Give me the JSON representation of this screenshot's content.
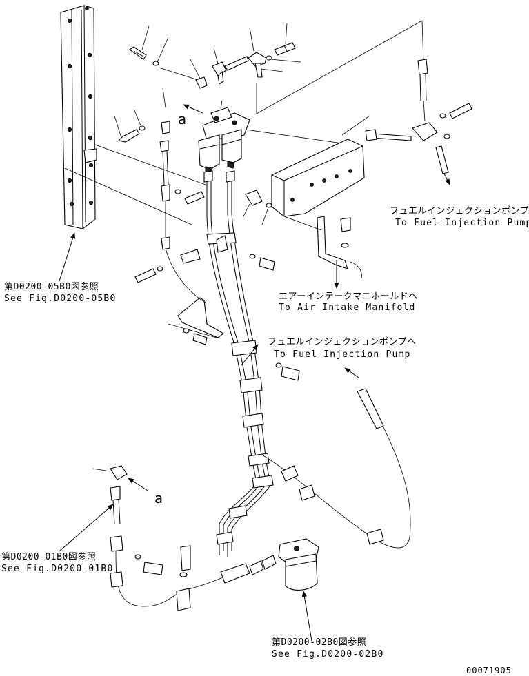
{
  "labels": {
    "fuel_pump_top": {
      "jp": "フュエルインジェクションポンプへ",
      "en": "To Fuel Injection Pump"
    },
    "fuel_pump_mid": {
      "jp": "フュエルインジェクションポンプへ",
      "en": "To Fuel Injection Pump"
    },
    "air_intake": {
      "jp": "エアーインテークマニホールドへ",
      "en": "To Air Intake Manifold"
    },
    "ref_05b0": {
      "jp": "第D0200-05B0図参照",
      "en": "See Fig.D0200-05B0"
    },
    "ref_01b0": {
      "jp": "第D0200-01B0図参照",
      "en": "See Fig.D0200-01B0"
    },
    "ref_02b0": {
      "jp": "第D0200-02B0図参照",
      "en": "See Fig.D0200-02B0"
    },
    "view_a_top": "a",
    "view_a_bottom": "a",
    "drawing_number": "00071905"
  }
}
